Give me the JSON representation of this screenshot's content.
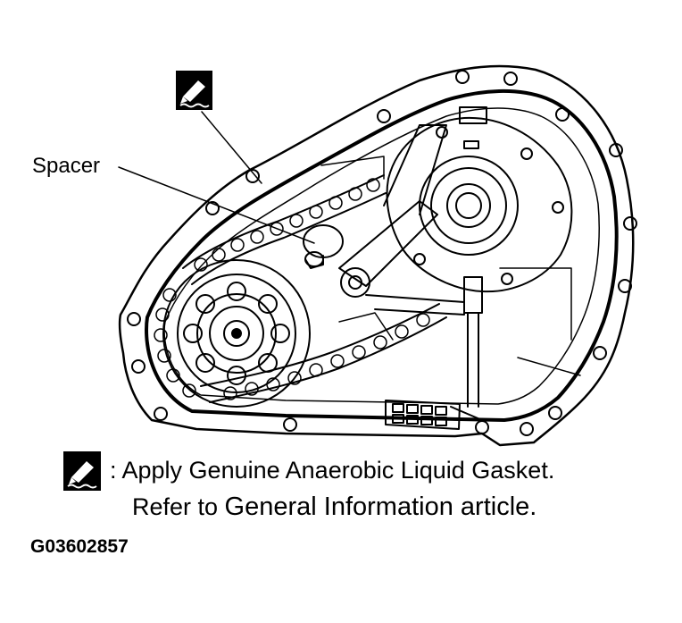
{
  "figure": {
    "callout_label": "Spacer",
    "legend_line1": ": Apply Genuine Anaerobic Liquid Gasket.",
    "legend_line2_prefix": "Refer to ",
    "legend_line2_emphasis": "General Information article.",
    "figure_id": "G03602857"
  },
  "icons": {
    "sealant": "sealant-applicator-icon",
    "sealant_legend": "sealant-applicator-icon"
  },
  "colors": {
    "ink": "#000000",
    "paper": "#ffffff"
  }
}
